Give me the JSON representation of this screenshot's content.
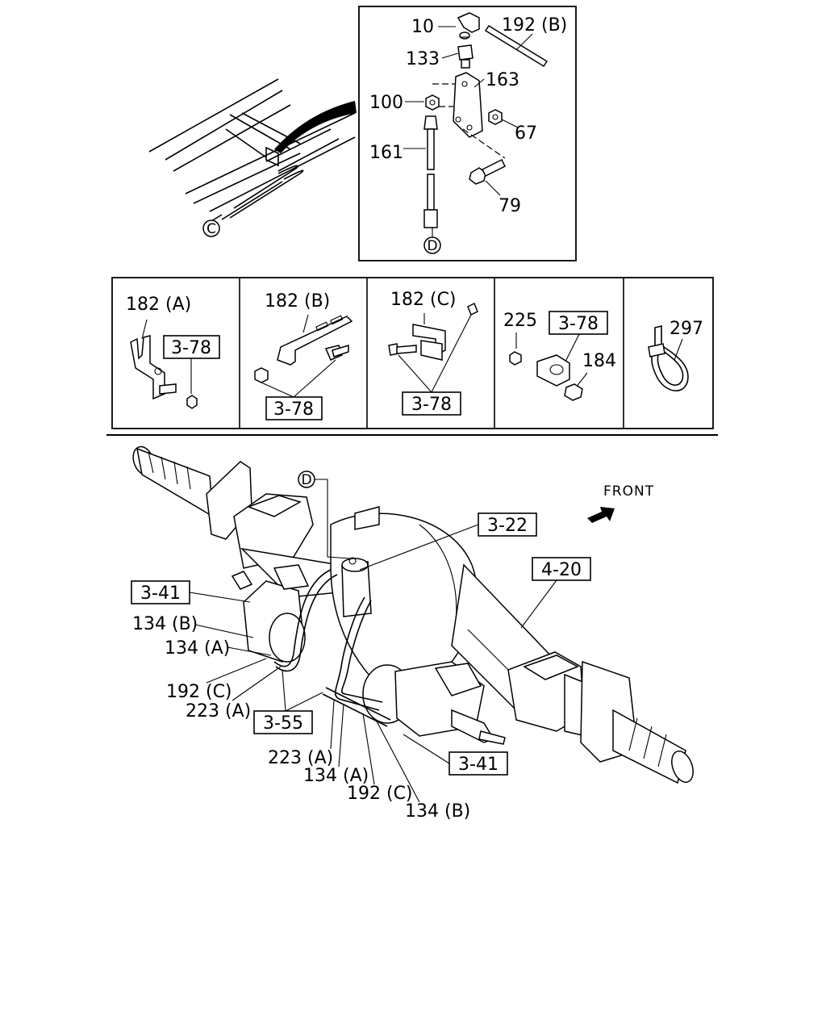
{
  "detail_callouts": {
    "p10": "10",
    "p192b": "192 (B)",
    "p133": "133",
    "p163": "163",
    "p100": "100",
    "p67": "67",
    "p161": "161",
    "p79": "79",
    "ref_c": "C",
    "ref_d": "D"
  },
  "bracket_panels": {
    "p182a": "182 (A)",
    "p182b": "182 (B)",
    "p182c": "182 (C)",
    "p225": "225",
    "p184": "184",
    "p297": "297",
    "ref_378": "3-78"
  },
  "axle_view": {
    "front": "FRONT",
    "ref_d": "D",
    "ref_322": "3-22",
    "ref_420": "4-20",
    "ref_341": "3-41",
    "ref_355": "3-55",
    "p134b": "134 (B)",
    "p134a": "134 (A)",
    "p192c": "192 (C)",
    "p223a": "223 (A)"
  }
}
